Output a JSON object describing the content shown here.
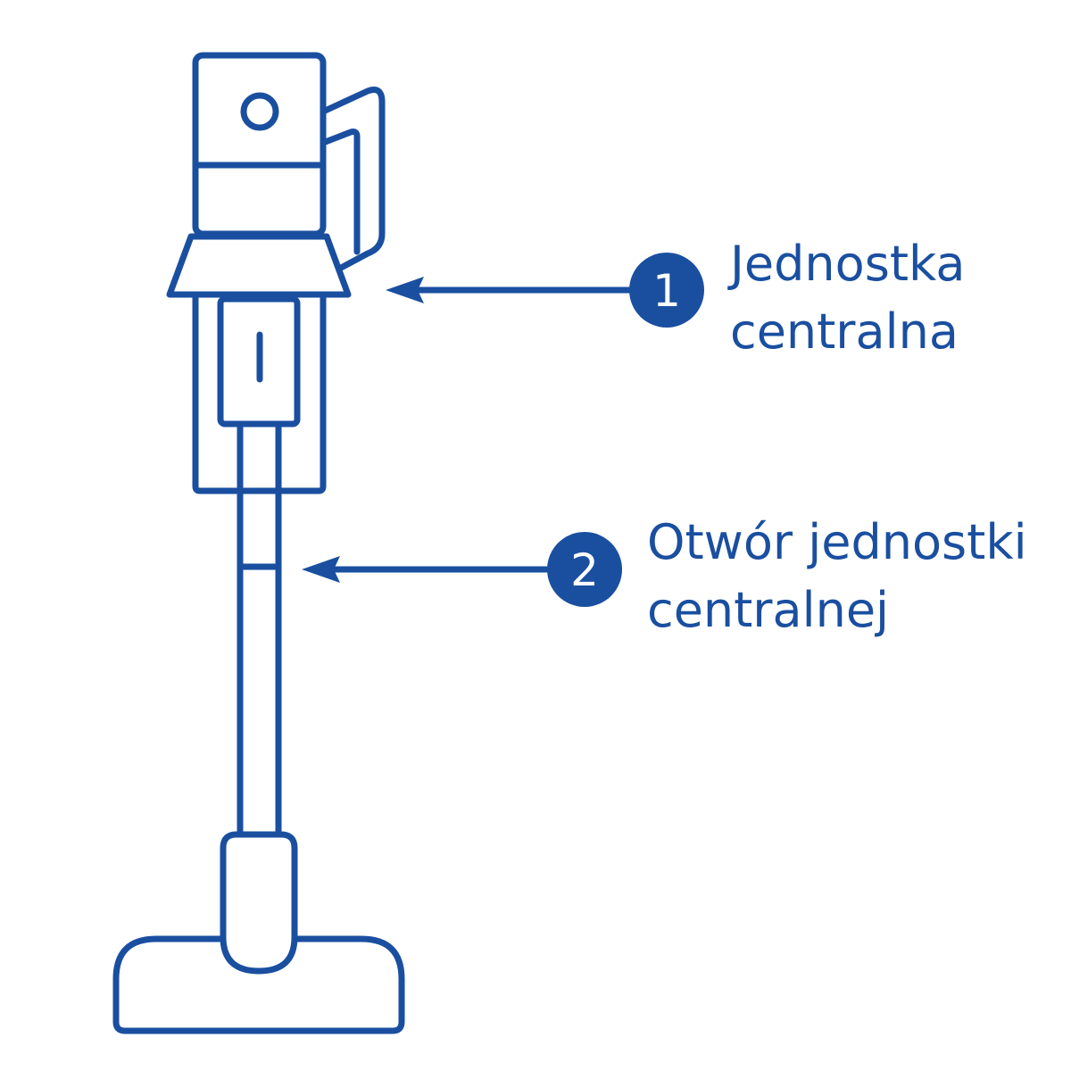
{
  "colors": {
    "primary": "#1a4fa0",
    "background": "#ffffff"
  },
  "callouts": [
    {
      "number": "1",
      "line1": "Jednostka",
      "line2": "centralna"
    },
    {
      "number": "2",
      "line1": "Otwór jednostki",
      "line2": "centralnej"
    }
  ]
}
